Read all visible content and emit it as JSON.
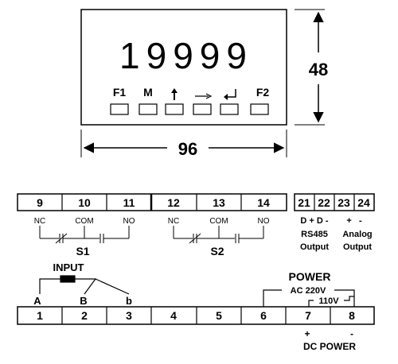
{
  "front_panel": {
    "display_value": "19999",
    "width_label": "96",
    "height_label": "48",
    "keys": [
      {
        "label": "F1",
        "icon": null
      },
      {
        "label": "M",
        "icon": null
      },
      {
        "label": "",
        "icon": "up-arrow-icon"
      },
      {
        "label": "",
        "icon": "right-arrow-icon"
      },
      {
        "label": "",
        "icon": "enter-icon"
      },
      {
        "label": "F2",
        "icon": null
      }
    ]
  },
  "terminals_top": {
    "relay_block": [
      "9",
      "10",
      "11",
      "12",
      "13",
      "14"
    ],
    "comm_block": [
      "21",
      "22",
      "23",
      "24"
    ]
  },
  "relays": [
    {
      "name": "S1",
      "nc": "NC",
      "com": "COM",
      "no": "NO"
    },
    {
      "name": "S2",
      "nc": "NC",
      "com": "COM",
      "no": "NO"
    }
  ],
  "comm_labels": {
    "rs485_pins": "D + D -",
    "rs485_line1": "RS485",
    "rs485_line2": "Output",
    "analog_pins": "+   -",
    "analog_line1": "Analog",
    "analog_line2": "Output"
  },
  "terminals_bottom": [
    "1",
    "2",
    "3",
    "4",
    "5",
    "6",
    "7",
    "8"
  ],
  "input": {
    "title": "INPUT",
    "a": "A",
    "b_upper": "B",
    "b_lower": "b"
  },
  "power": {
    "title": "POWER",
    "ac": "AC 220V",
    "ac2": "110V",
    "dc_plus": "+",
    "dc_minus": "-",
    "dc": "DC POWER"
  }
}
